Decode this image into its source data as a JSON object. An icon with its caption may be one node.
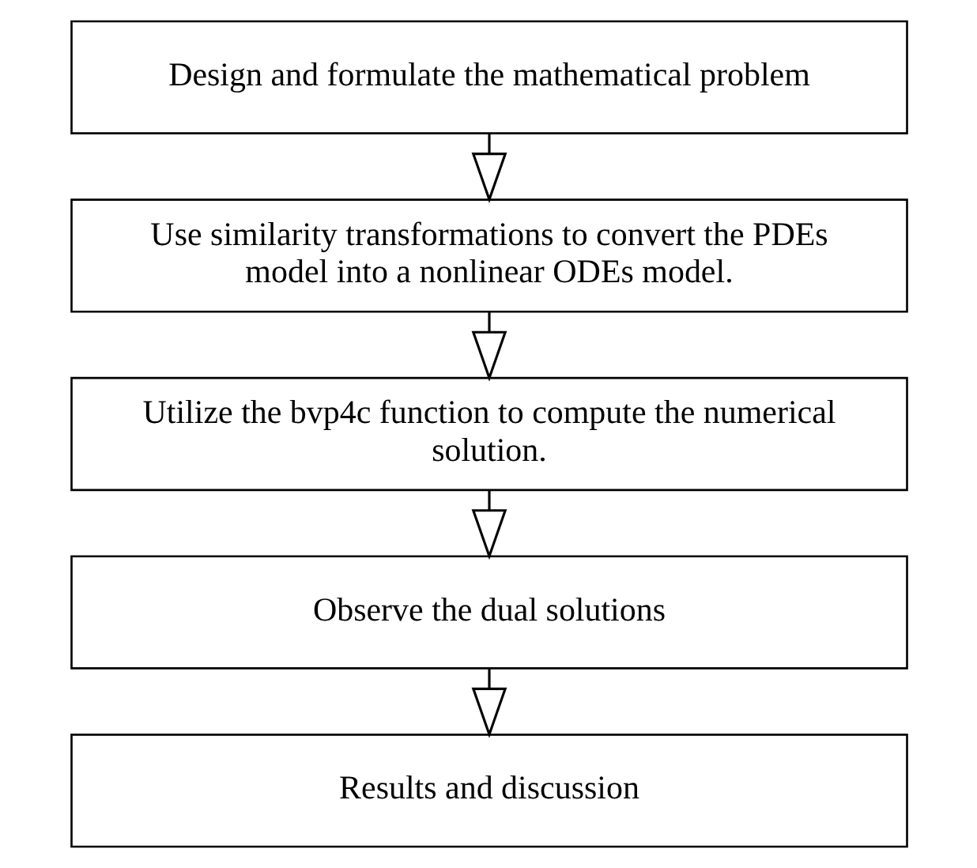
{
  "diagram": {
    "nodes": [
      {
        "text": [
          "Design and formulate the mathematical problem"
        ]
      },
      {
        "text": [
          "Use similarity transformations to convert the PDEs model into a nonlinear ODEs model."
        ]
      },
      {
        "text": [
          "Utilize the bvp4c function to compute the numerical solution."
        ]
      },
      {
        "text": [
          "Observe the dual solutions"
        ]
      },
      {
        "text": [
          "Results and discussion"
        ]
      }
    ],
    "edges": [
      {
        "from": 0,
        "to": 1,
        "arrow": "to"
      },
      {
        "from": 1,
        "to": 2,
        "arrow": "to"
      },
      {
        "from": 2,
        "to": 3,
        "arrow": "to"
      },
      {
        "from": 3,
        "to": 4,
        "arrow": "to"
      }
    ]
  }
}
